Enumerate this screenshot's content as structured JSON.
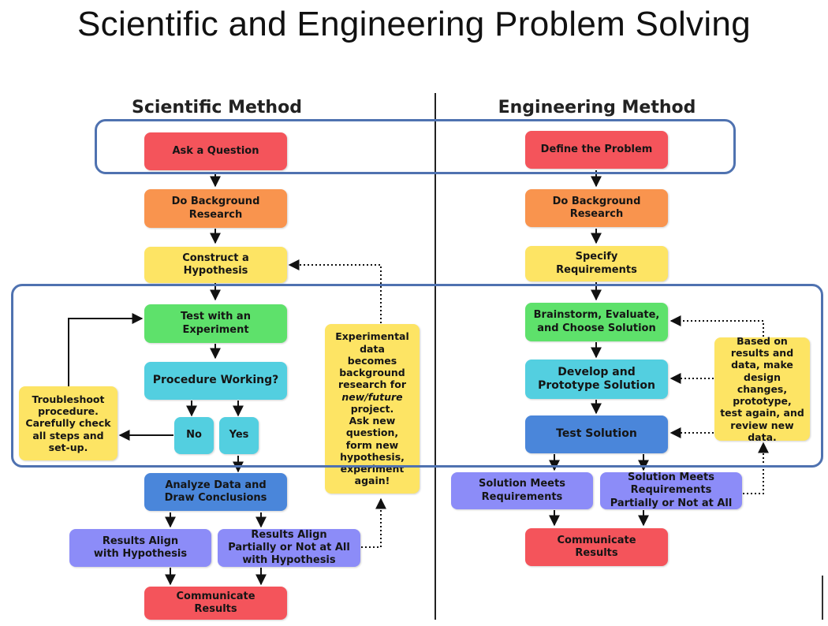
{
  "title": "Scientific and Engineering Problem Solving",
  "scientific": {
    "heading": "Scientific Method",
    "ask": "Ask a Question",
    "background": "Do Background\nResearch",
    "hypothesis": "Construct a\nHypothesis",
    "test": "Test with an\nExperiment",
    "procedure": "Procedure Working?",
    "no": "No",
    "yes": "Yes",
    "troubleshoot": "Troubleshoot\nprocedure.\nCarefully check\nall steps and\nset-up.",
    "analyze": "Analyze Data and\nDraw Conclusions",
    "results_align": "Results Align\nwith Hypothesis",
    "results_partial": "Results Align\nPartially or Not at All\nwith Hypothesis",
    "communicate": "Communicate\nResults",
    "note_1": "Experimental\ndata\nbecomes\nbackground\nresearch for",
    "note_italic": "new/future",
    "note_2": "project.\nAsk new\nquestion,\nform new\nhypothesis,\nexperiment\nagain!"
  },
  "engineering": {
    "heading": "Engineering Method",
    "define": "Define the Problem",
    "background": "Do Background\nResearch",
    "specify": "Specify\nRequirements",
    "brainstorm": "Brainstorm, Evaluate,\nand Choose Solution",
    "develop": "Develop and\nPrototype Solution",
    "test": "Test Solution",
    "meets": "Solution Meets\nRequirements",
    "meets_partial": "Solution Meets\nRequirements\nPartially or Not at All",
    "communicate": "Communicate\nResults",
    "note": "Based on\nresults and\ndata, make\ndesign changes,\nprototype,\ntest again, and\nreview new\ndata."
  },
  "colors": {
    "red": "#f4545b",
    "orange": "#f9944e",
    "yellow": "#fde464",
    "green": "#5ee16b",
    "teal": "#53cfe0",
    "blue": "#4a86da",
    "purple": "#8c8cf8",
    "highlight": "#4f72b0"
  }
}
